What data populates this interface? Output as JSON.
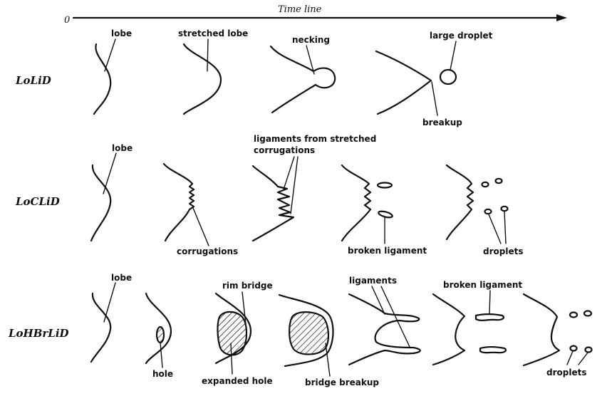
{
  "timeline": {
    "origin": "0",
    "label": "Time line"
  },
  "rows": [
    {
      "name": "LoLiD"
    },
    {
      "name": "LoCLiD"
    },
    {
      "name": "LoHBrLiD"
    }
  ],
  "labels": {
    "r1_lobe": "lobe",
    "r1_stretched": "stretched lobe",
    "r1_necking": "necking",
    "r1_large_droplet": "large droplet",
    "r1_breakup": "breakup",
    "r2_lobe": "lobe",
    "r2_lig_line1": "ligaments from stretched",
    "r2_lig_line2": "corrugations",
    "r2_corrugations": "corrugations",
    "r2_broken": "broken ligament",
    "r2_droplets": "droplets",
    "r3_lobe": "lobe",
    "r3_rim_bridge": "rim bridge",
    "r3_ligaments": "ligaments",
    "r3_broken": "broken ligament",
    "r3_hole": "hole",
    "r3_expanded": "expanded hole",
    "r3_bridge_breakup": "bridge breakup",
    "r3_droplets": "droplets"
  }
}
